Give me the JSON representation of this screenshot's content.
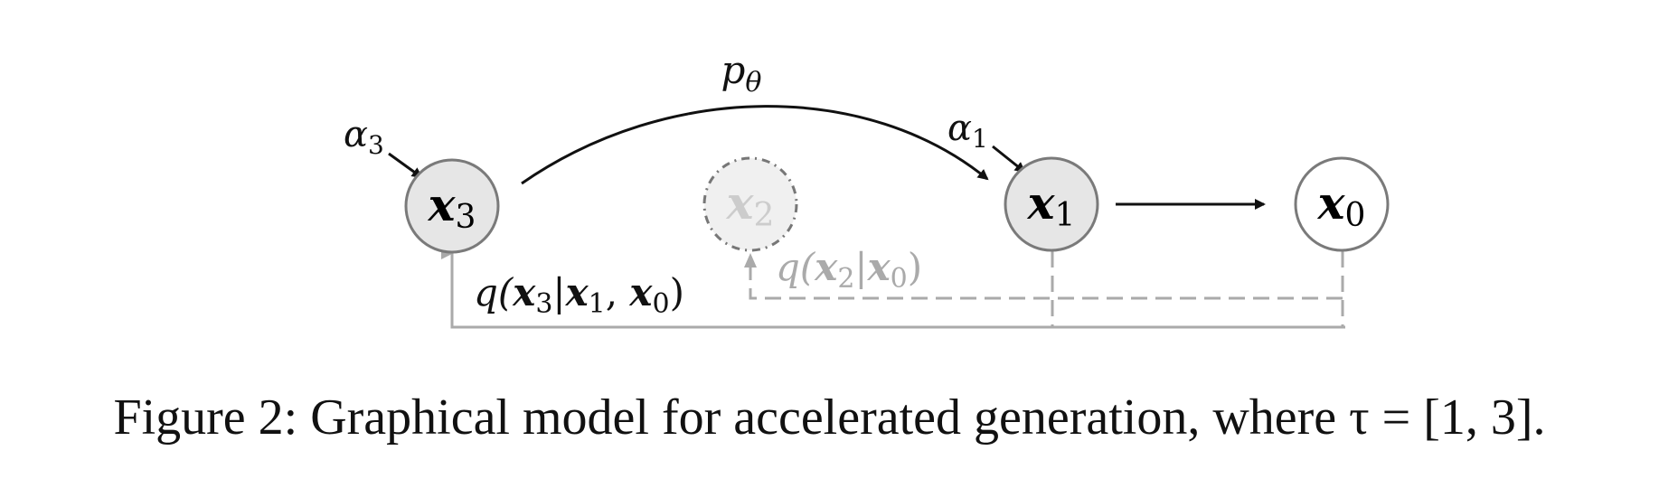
{
  "nodes": {
    "x3": {
      "base": "x",
      "sub": "3"
    },
    "x2": {
      "base": "x",
      "sub": "2"
    },
    "x1": {
      "base": "x",
      "sub": "1"
    },
    "x0": {
      "base": "x",
      "sub": "0"
    }
  },
  "labels": {
    "p_theta": {
      "base": "p",
      "sub": "θ"
    },
    "alpha3": {
      "base": "α",
      "sub": "3"
    },
    "alpha1": {
      "base": "α",
      "sub": "1"
    },
    "q_x3": {
      "open": "q(",
      "a": "x",
      "a_sub": "3",
      "bar": "|",
      "b": "x",
      "b_sub": "1",
      "comma": ", ",
      "c": "x",
      "c_sub": "0",
      "close": ")"
    },
    "q_x2": {
      "open": "q(",
      "a": "x",
      "a_sub": "2",
      "bar": "|",
      "b": "x",
      "b_sub": "0",
      "close": ")"
    }
  },
  "caption": "Figure 2: Graphical model for accelerated generation, where τ = [1, 3]."
}
